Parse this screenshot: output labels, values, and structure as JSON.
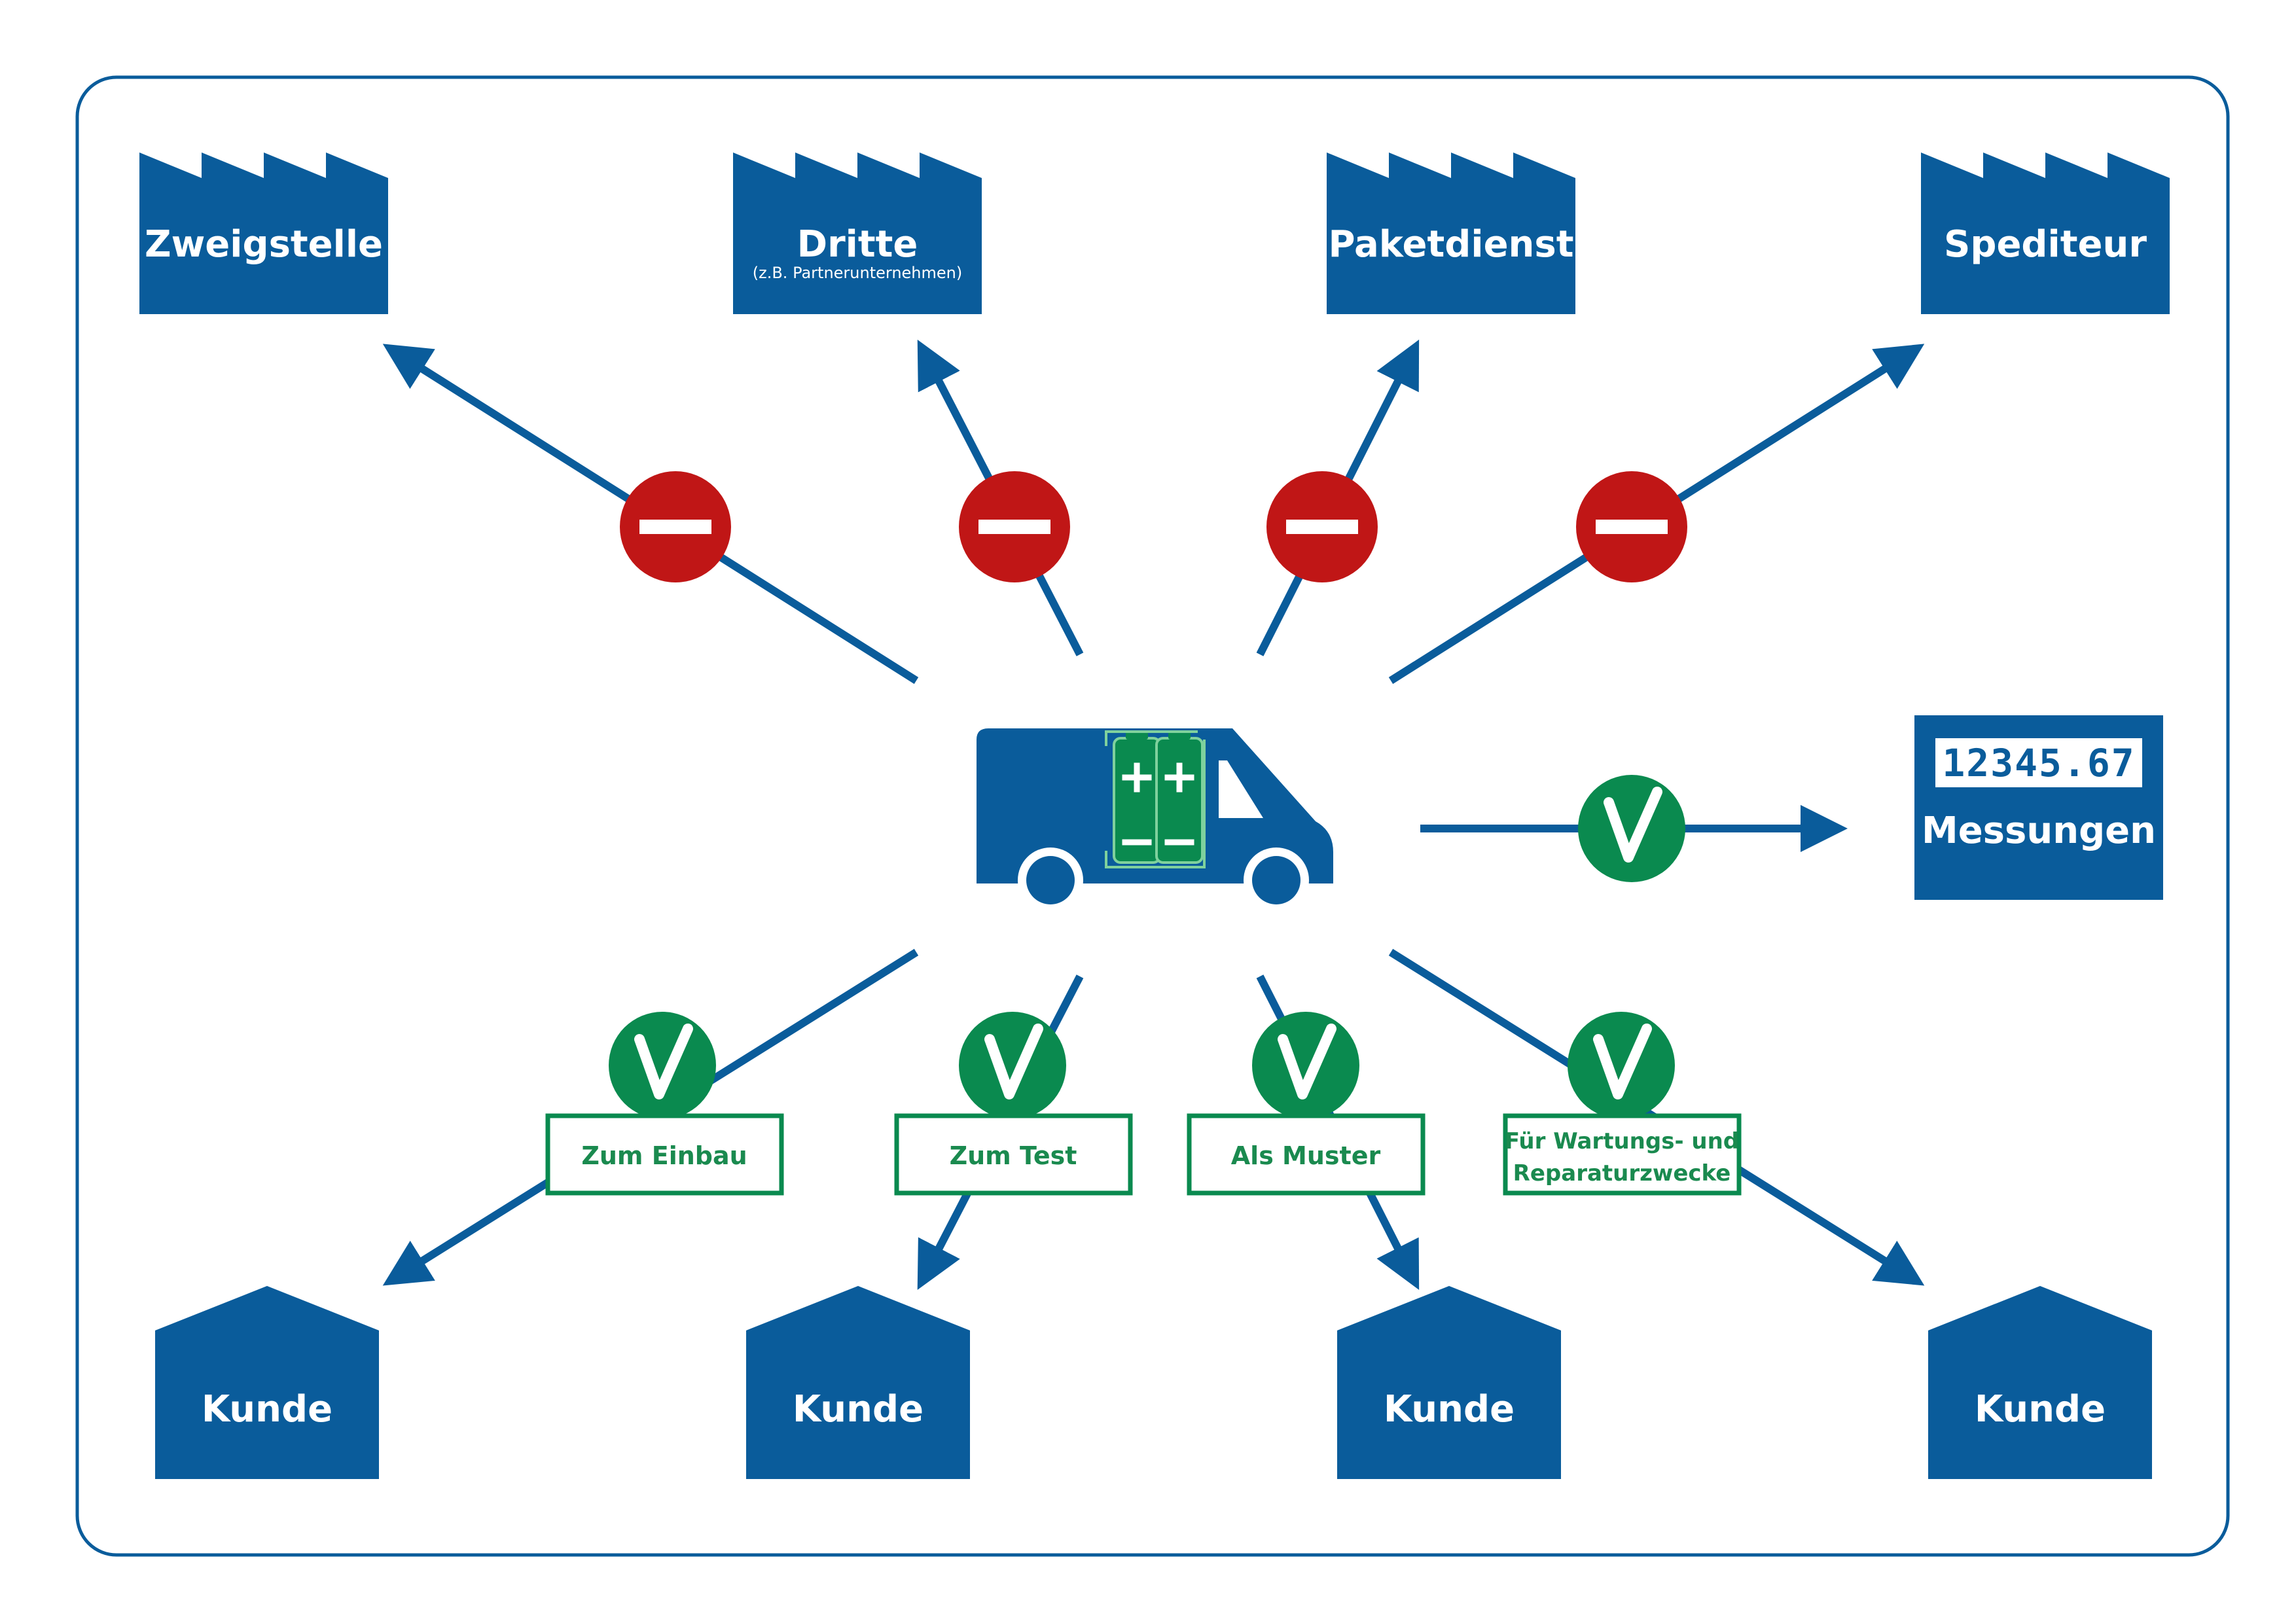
{
  "colors": {
    "blue": "#0a5c9b",
    "red": "#c01616",
    "green": "#0a8a4f",
    "white": "#ffffff"
  },
  "icons": {
    "destination": "factory-icon",
    "customer": "house-icon",
    "vehicle": "van-with-batteries-icon",
    "forbidden": "no-entry-icon",
    "allowed": "check-mark-icon",
    "meter": "measurement-display-icon"
  },
  "top": {
    "zweigstelle": {
      "label": "Zweigstelle"
    },
    "dritte": {
      "label": "Dritte",
      "sublabel": "(z.B. Partnerunternehmen)"
    },
    "paketdienst": {
      "label": "Paketdienst"
    },
    "spediteur": {
      "label": "Spediteur"
    }
  },
  "right": {
    "display_value": "12345.67",
    "label": "Messungen"
  },
  "purposes": {
    "p1": "Zum Einbau",
    "p2": "Zum Test",
    "p3": "Als Muster",
    "p4_line1": "Für Wartungs- und",
    "p4_line2": "Reparaturzwecke"
  },
  "bottom": {
    "k1": "Kunde",
    "k2": "Kunde",
    "k3": "Kunde",
    "k4": "Kunde"
  }
}
